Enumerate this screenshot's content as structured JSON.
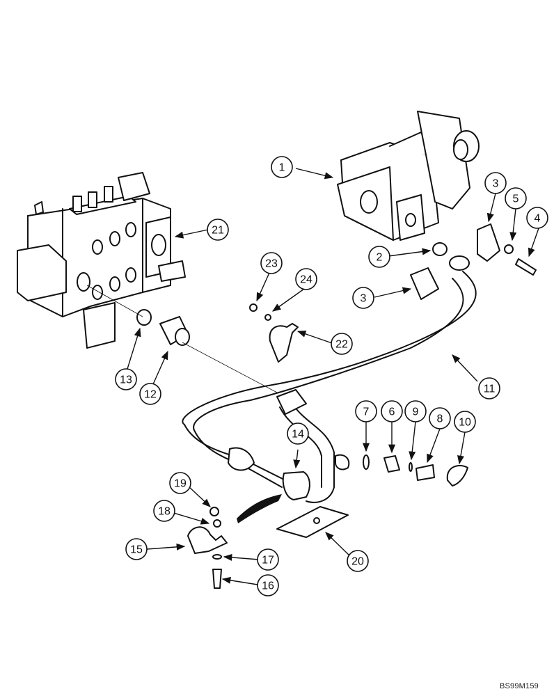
{
  "doc_code": "BS99M159",
  "callouts": [
    {
      "id": "c1",
      "label": "1"
    },
    {
      "id": "c2",
      "label": "2"
    },
    {
      "id": "c3a",
      "label": "3"
    },
    {
      "id": "c3b",
      "label": "3"
    },
    {
      "id": "c4",
      "label": "4"
    },
    {
      "id": "c5",
      "label": "5"
    },
    {
      "id": "c6",
      "label": "6"
    },
    {
      "id": "c7",
      "label": "7"
    },
    {
      "id": "c8",
      "label": "8"
    },
    {
      "id": "c9",
      "label": "9"
    },
    {
      "id": "c10",
      "label": "10"
    },
    {
      "id": "c11",
      "label": "11"
    },
    {
      "id": "c12",
      "label": "12"
    },
    {
      "id": "c13",
      "label": "13"
    },
    {
      "id": "c14",
      "label": "14"
    },
    {
      "id": "c15",
      "label": "15"
    },
    {
      "id": "c16",
      "label": "16"
    },
    {
      "id": "c17",
      "label": "17"
    },
    {
      "id": "c18",
      "label": "18"
    },
    {
      "id": "c19",
      "label": "19"
    },
    {
      "id": "c20",
      "label": "20"
    },
    {
      "id": "c21",
      "label": "21"
    },
    {
      "id": "c22",
      "label": "22"
    },
    {
      "id": "c23",
      "label": "23"
    },
    {
      "id": "c24",
      "label": "24"
    }
  ]
}
